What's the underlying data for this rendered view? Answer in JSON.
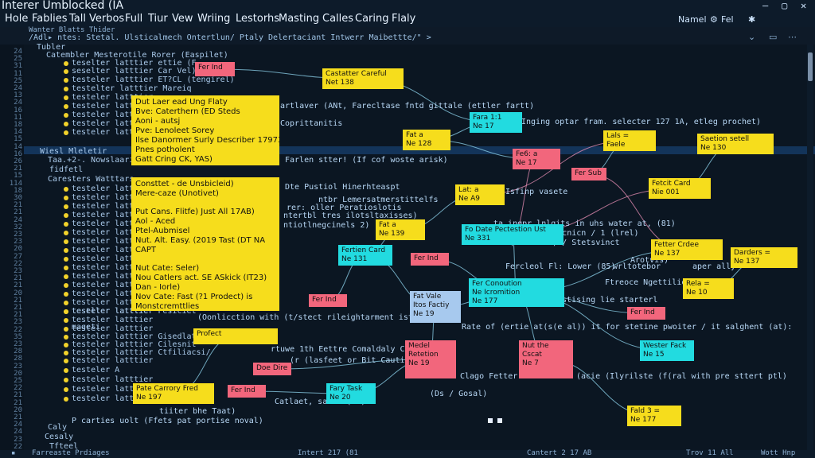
{
  "window": {
    "title": "Interer Umblocked (IA",
    "controls": [
      "—",
      "▢",
      "✕"
    ]
  },
  "menu": {
    "items": [
      "Hole",
      "Fablies",
      "Tall",
      "Verbos",
      "Full",
      "Tiur",
      "Vew",
      "Wriing",
      "Lestorhs",
      "Masting",
      "Calles",
      "Caring",
      "Flaly"
    ],
    "right": [
      "Namel",
      "Fel"
    ]
  },
  "breadcrumb": {
    "line1": "Wanter Blatts Thider",
    "line2": "/Adl▸ ntes: Stetal. Ulsticalmech Ontertlun/ Ptaly Delertaciant Intwerr Maibettte/\" >"
  },
  "line_numbers": [
    "24",
    "25",
    "31",
    "11",
    "25",
    "24",
    "13",
    "24",
    "16",
    "11",
    "18",
    "14",
    "15",
    "14",
    "16",
    "26",
    "21",
    "15",
    "114",
    "18",
    "30",
    "21",
    "21",
    "24",
    "32",
    "23",
    "23",
    "20",
    "27",
    "22",
    "23",
    "21",
    "21",
    "20",
    "21",
    "21",
    "21",
    "23",
    "22",
    "35",
    "23",
    "28",
    "28",
    "23",
    "20",
    "25",
    "22",
    "21",
    "21",
    "20",
    "21",
    "24",
    "24",
    "23",
    "22",
    "21"
  ],
  "code_lines": [
    "Tubler",
    "Catembler Mesterotile Rorer (Easpilet)",
    "teselter latttier ettie (F-",
    "seselter latttier Car Vel)",
    "testeler latttier ET?CL (tengirel)",
    "testelter latttier Mareiq",
    "testeler latttier",
    "testeler latttier",
    "testeler latttier",
    "testeler latttier",
    "testeler latttier",
    "Wiesl  Mleletir",
    "Taa.+2-.  Nowslaarilatitrattliers",
    "fidfetl",
    "Caresters Watttars",
    "testeler latttier",
    "testeler latttier",
    "testeler latttier",
    "testeler latttier",
    "testeler latttier",
    "testeler latttier",
    "testeler latttier",
    "testeler latttier",
    "testeler latttier",
    "testeler latttier",
    "testeler latttier",
    "testeler latttier",
    "testeler latttier",
    "testeler latttier",
    "testeler latttier",
    "testeler latttier",
    "testeler latttier",
    "teselter latttier Fesiciet",
    "mageti",
    "testeler latttier  Gisedlat",
    "testeler latttier  Cilesnit",
    "testeler latttier Ctfiliacsi/",
    "testeler latttier",
    "testeler  A",
    "testeler latttier",
    "testeler latttier",
    "testeler latttier",
    "Caly",
    "Cesaly",
    "Tfteel"
  ],
  "bigcards": [
    {
      "lines": [
        "Dut Laer ead Ung Flaty",
        "Bve: Caterthern (ED Steds",
        "Aoni - autsj",
        "Pve: Lenoleet Sorey",
        "Ilse Danormer Surly Describer 17973",
        "Pnes potholent",
        "Gatt Cring CK, YAS)"
      ]
    },
    {
      "lines": [
        "Consttet - de Unsbicleid)",
        "Mere-caze (Unotivet)",
        "",
        "Put Cans. Flitfe) Just All 17AB)",
        "Aol - Aced",
        "Ptel-Aubmisel",
        "Nut. Alt. Easy. (2019 Tast (DT NA",
        "CAPT",
        "",
        "Nut Cate: Seler)",
        "Nou Catlers act. SE ASkick (IT23)",
        "Dan - Iorle)",
        "Nov Cate: Fast (?1 Prodect) is",
        "Monstcremttlies"
      ]
    }
  ],
  "cards": [
    {
      "id": "n1",
      "lines": [
        "Fer Ind"
      ],
      "color": "p"
    },
    {
      "id": "n2",
      "lines": [
        "Castatter Careful",
        "Net 138"
      ],
      "color": "y"
    },
    {
      "id": "n3",
      "lines": [
        "Fara 1:1",
        "Ne 17"
      ],
      "color": "c"
    },
    {
      "id": "n4",
      "lines": [
        "Fat a",
        "Ne 128"
      ],
      "color": "y"
    },
    {
      "id": "n5",
      "lines": [
        "Lals =",
        "Faele"
      ],
      "color": "y"
    },
    {
      "id": "n6",
      "lines": [
        "Saetion setell",
        "Ne 130"
      ],
      "color": "y"
    },
    {
      "id": "n7",
      "lines": [
        "Fe6: a",
        "Ne 17"
      ],
      "color": "p"
    },
    {
      "id": "n8",
      "lines": [
        "Fer Sub"
      ],
      "color": "p"
    },
    {
      "id": "n9",
      "lines": [
        "Fetcit Card",
        "Nie 001"
      ],
      "color": "y"
    },
    {
      "id": "n10",
      "lines": [
        "Lat: a",
        "Ne A9"
      ],
      "color": "y"
    },
    {
      "id": "n11",
      "lines": [
        "Fat a",
        "Ne 139"
      ],
      "color": "y"
    },
    {
      "id": "n12",
      "lines": [
        "Fo Date Pectestion Ust",
        "Ne 331"
      ],
      "color": "c"
    },
    {
      "id": "n13",
      "lines": [
        "Fertien Card",
        "Ne 131"
      ],
      "color": "c"
    },
    {
      "id": "n14",
      "lines": [
        "Fer Ind"
      ],
      "color": "p"
    },
    {
      "id": "n15",
      "lines": [
        "Fetter Crdee",
        "Ne 137"
      ],
      "color": "y"
    },
    {
      "id": "n16",
      "lines": [
        "Darders =",
        "Ne 137"
      ],
      "color": "y"
    },
    {
      "id": "n17",
      "lines": [
        "Fer Conoution",
        "Ne Icromition",
        "Ne 177"
      ],
      "color": "c"
    },
    {
      "id": "n18",
      "lines": [
        "Rela =",
        "Ne 10"
      ],
      "color": "y"
    },
    {
      "id": "n19",
      "lines": [
        "Fat Vale",
        "Itos Factiy",
        "Ne 19"
      ],
      "color": "lb"
    },
    {
      "id": "n20",
      "lines": [
        "Fer Ind"
      ],
      "color": "p"
    },
    {
      "id": "n21",
      "lines": [
        "Fer Ind"
      ],
      "color": "p"
    },
    {
      "id": "n22",
      "lines": [
        "Profect"
      ],
      "color": "y"
    },
    {
      "id": "n23",
      "lines": [
        "Medel",
        "Retetion",
        "Ne 19"
      ],
      "color": "p"
    },
    {
      "id": "n24",
      "lines": [
        "Nut the",
        "Cscat",
        "Ne 7"
      ],
      "color": "p"
    },
    {
      "id": "n25",
      "lines": [
        "Wester Fack",
        "Ne 15"
      ],
      "color": "c"
    },
    {
      "id": "n26",
      "lines": [
        "Doe Dire"
      ],
      "color": "p"
    },
    {
      "id": "n27",
      "lines": [
        "Pate Carrory Fred",
        "Ne 197"
      ],
      "color": "y"
    },
    {
      "id": "n28",
      "lines": [
        "Fer Ind"
      ],
      "color": "p"
    },
    {
      "id": "n29",
      "lines": [
        "Fary Task",
        "Ne 20"
      ],
      "color": "c"
    },
    {
      "id": "n30",
      "lines": [
        "Fald 3 =",
        "Ne 177"
      ],
      "color": "y"
    }
  ],
  "annotations": [
    "artlaver (ANt, Farecltase fntd gittale (ettler fartt)",
    "Coprittanitis",
    "Inging optar fram. selecter 127 1A, etleg prochet)",
    "Farlen stter! (If cof woste arisk)",
    "Dte Pustiol Hinerhteaspt",
    "ntbr Lemersatmerstittelfs",
    "rer: oller Peratioslotis",
    "ntertbl tres ilotsltaxisses)",
    "ntiotlnegcinels 2)",
    "Isfinp vasete",
    "ta ingpr lnlgits in uhs water at, (81)",
    "iinttetsnlicnicn / 1 (lrel)",
    "(ot tiles) / Stetsvinct",
    "Fercleol Fl: Lower (85)",
    "Ftreoce Ngettilion",
    "Arotvis)",
    "wrltotebor",
    "aper ally",
    "estising lie starterl",
    "(Oonlicction with (t/stect rileightarment ist",
    "Rate of (ertie at(s(e al)) it for stetine pwoiter / it salghent (at):",
    "rtuwe 1th Eettre Comaldaly Colg",
    "(r (lasfeet or Bit Cautiotrs (trt)",
    "Clago Fetter",
    "(acie (Ilyrilste (f(ral with pre sttert ptl)",
    "(Ds / Gosal)",
    "tiiter bhe Taat)",
    "P carties uolt (Ffets pat portise noval)",
    "Catlaet, sass: (63)"
  ],
  "status": [
    "Farreaste Prdiages",
    "Intert 217 (81",
    "Cantert 2 17 AB",
    "Trov 11 All",
    "Wott Hnp"
  ]
}
